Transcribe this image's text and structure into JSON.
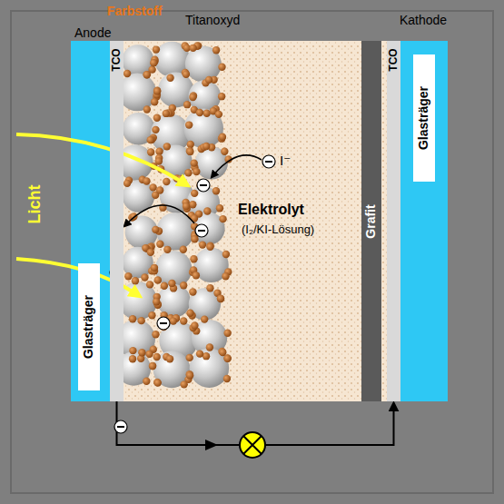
{
  "diagram": {
    "nodes": [
      {
        "text": [
          "Glasträger"
        ]
      },
      {
        "text": [
          "TCO"
        ]
      },
      {
        "text": [
          "Grafit"
        ]
      },
      {
        "text": [
          "TCO"
        ]
      },
      {
        "text": [
          "Glasträger"
        ]
      }
    ],
    "edges": [
      {
        "from": 1,
        "to": 3,
        "arrow": "to"
      }
    ],
    "labels": [
      "Farbstoff",
      "Titanoxyd",
      "Anode",
      "Kathode",
      "Licht",
      "Elektrolyt",
      "(I₂/KI-Lösung)",
      "I⁻"
    ]
  }
}
